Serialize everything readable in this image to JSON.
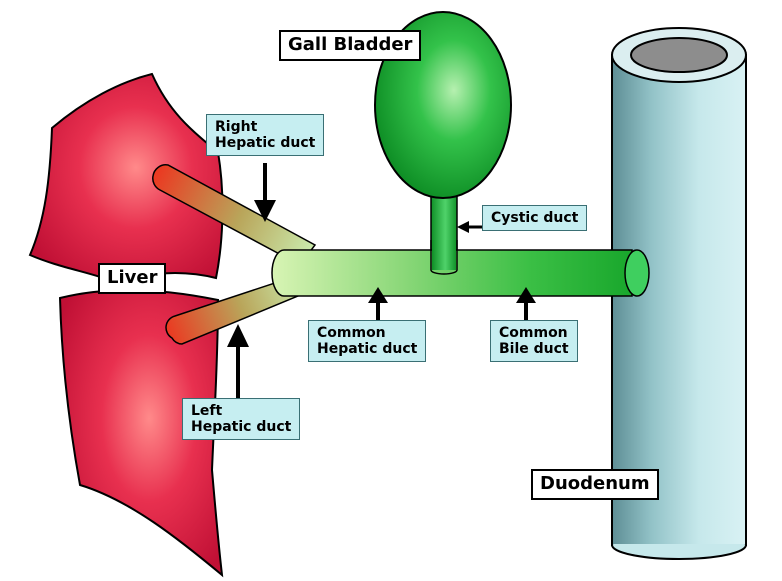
{
  "organs": {
    "gall_bladder": "Gall Bladder",
    "liver": "Liver",
    "duodenum": "Duodenum"
  },
  "ducts": {
    "right_hepatic": [
      "Right",
      "Hepatic duct"
    ],
    "left_hepatic": [
      "Left",
      "Hepatic duct"
    ],
    "cystic": [
      "Cystic duct"
    ],
    "common_hepatic": [
      "Common",
      "Hepatic duct"
    ],
    "common_bile": [
      "Common",
      "Bile duct"
    ]
  },
  "colors": {
    "liver": "#e0204a",
    "liver_dark": "#b0102f",
    "gall_bladder": "#22c040",
    "gall_bladder_dark": "#118a25",
    "duct_start": "#e8452a",
    "duct_light": "#d6f5b0",
    "duct_end": "#1aa52a",
    "duodenum": "#a9cfd3",
    "label_fill": "#c6eef1"
  }
}
